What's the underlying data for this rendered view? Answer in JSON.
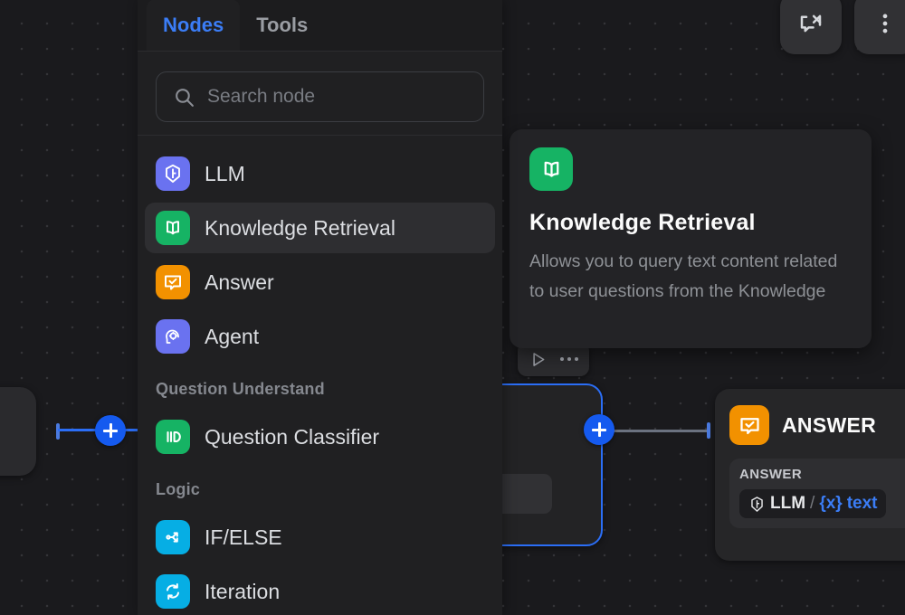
{
  "canvas": {
    "background_color": "#1a1a1d",
    "grid": "dotted"
  },
  "topbar": {
    "buttons": [
      {
        "name": "hide-comments-button",
        "icon": "chat-off-icon"
      },
      {
        "name": "more-options-button",
        "icon": "dots-vertical-icon"
      }
    ]
  },
  "panel": {
    "tabs": [
      {
        "label": "Nodes",
        "active": true
      },
      {
        "label": "Tools",
        "active": false
      }
    ],
    "search": {
      "placeholder": "Search node",
      "value": "",
      "icon": "search-icon"
    },
    "list": [
      {
        "type": "item",
        "label": "LLM",
        "icon": "llm-icon",
        "color": "#6a72f0",
        "hovered": false
      },
      {
        "type": "item",
        "label": "Knowledge Retrieval",
        "icon": "book-icon",
        "color": "#16b364",
        "hovered": true
      },
      {
        "type": "item",
        "label": "Answer",
        "icon": "answer-icon",
        "color": "#f29100",
        "hovered": false
      },
      {
        "type": "item",
        "label": "Agent",
        "icon": "agent-icon",
        "color": "#6a72f0",
        "hovered": false
      },
      {
        "type": "group",
        "label": "Question Understand"
      },
      {
        "type": "item",
        "label": "Question Classifier",
        "icon": "classifier-icon",
        "color": "#16b364",
        "hovered": false
      },
      {
        "type": "group",
        "label": "Logic"
      },
      {
        "type": "item",
        "label": "IF/ELSE",
        "icon": "branch-icon",
        "color": "#06aee4",
        "hovered": false
      },
      {
        "type": "item",
        "label": "Iteration",
        "icon": "iteration-icon",
        "color": "#06aee4",
        "hovered": false
      }
    ]
  },
  "tooltip": {
    "icon": "book-icon",
    "icon_color": "#16b364",
    "title": "Knowledge Retrieval",
    "description": "Allows you to query text content related to user questions from the Knowledge"
  },
  "node_toolbar": {
    "run_icon": "play-icon",
    "more_icon": "dots-horizontal-icon"
  },
  "nodes": {
    "answer": {
      "title": "ANSWER",
      "icon": "answer-icon",
      "icon_color": "#f29100",
      "section_label": "ANSWER",
      "variable": {
        "node": "LLM",
        "separator": "/",
        "brace": "{x}",
        "field": "text",
        "accent": "#3b7df6"
      }
    },
    "selected": {
      "border_color": "#2b6ef6"
    }
  },
  "edges": [
    {
      "name": "edge-left",
      "has_plus": true,
      "color": "#2b6ef6"
    },
    {
      "name": "edge-to-answer",
      "has_plus": true,
      "color": "#6b7280"
    }
  ]
}
